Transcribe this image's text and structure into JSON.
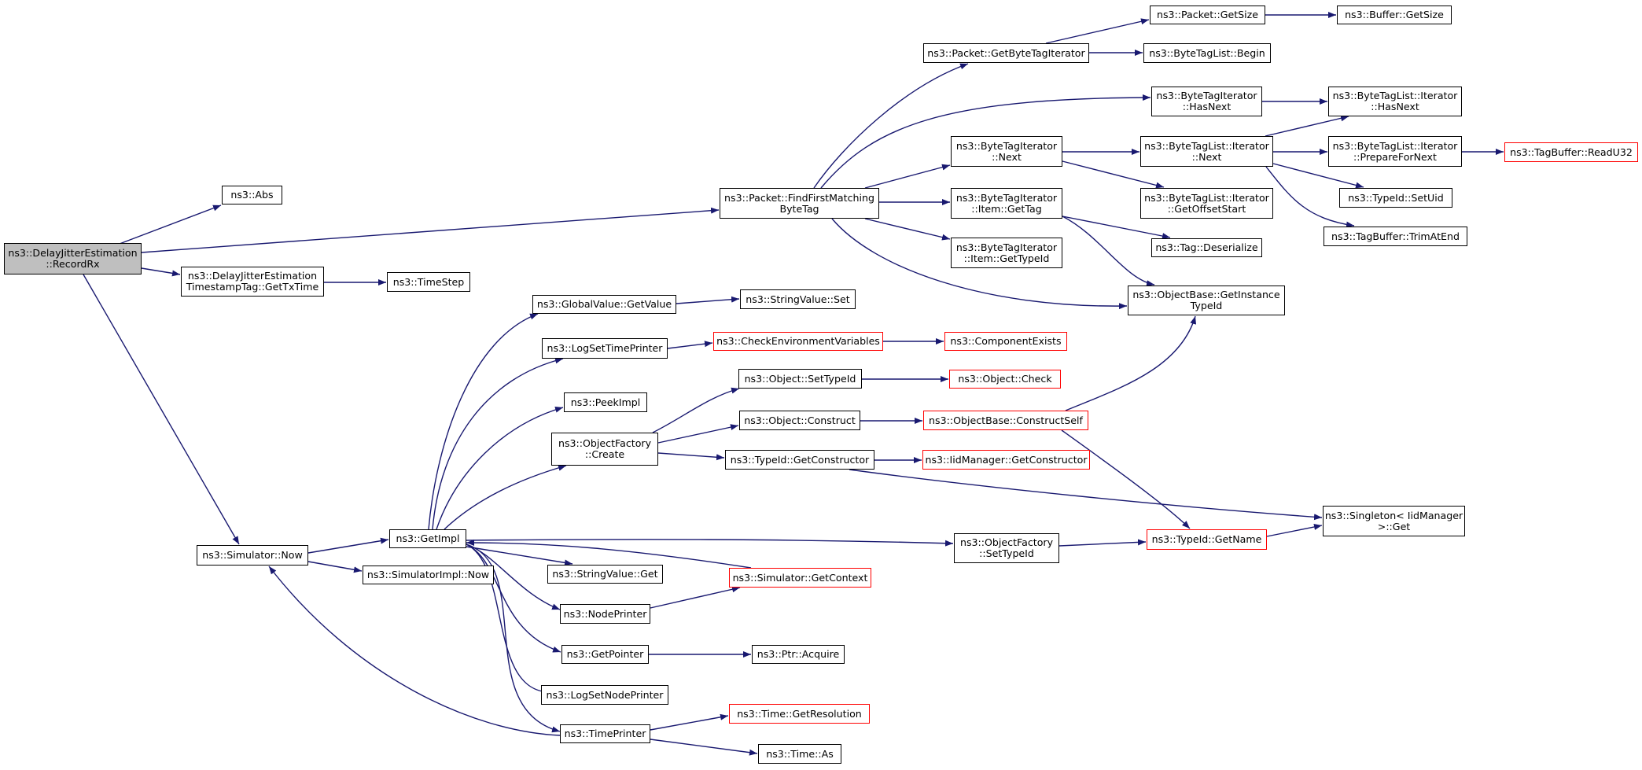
{
  "graph": {
    "colors": {
      "edge": "#191970",
      "border": "#000000",
      "truncated_border": "#ff0000",
      "root_fill": "#bfbfbf"
    },
    "nodes": [
      {
        "id": "root",
        "label": "ns3::DelayJitterEstimation\n::RecordRx",
        "root": true
      },
      {
        "id": "abs",
        "label": "ns3::Abs"
      },
      {
        "id": "gettx",
        "label": "ns3::DelayJitterEstimation\nTimestampTag::GetTxTime"
      },
      {
        "id": "timestep",
        "label": "ns3::TimeStep"
      },
      {
        "id": "simnow",
        "label": "ns3::Simulator::Now"
      },
      {
        "id": "ffmbt",
        "label": "ns3::Packet::FindFirstMatching\nByteTag"
      },
      {
        "id": "getbti",
        "label": "ns3::Packet::GetByteTagIterator"
      },
      {
        "id": "pgetsize",
        "label": "ns3::Packet::GetSize"
      },
      {
        "id": "bgetsize",
        "label": "ns3::Buffer::GetSize"
      },
      {
        "id": "btlbegin",
        "label": "ns3::ByteTagList::Begin"
      },
      {
        "id": "btihasnext",
        "label": "ns3::ByteTagIterator\n::HasNext"
      },
      {
        "id": "btlihasnext",
        "label": "ns3::ByteTagList::Iterator\n::HasNext"
      },
      {
        "id": "btinext",
        "label": "ns3::ByteTagIterator\n::Next"
      },
      {
        "id": "btlinext",
        "label": "ns3::ByteTagList::Iterator\n::Next"
      },
      {
        "id": "btliprep",
        "label": "ns3::ByteTagList::Iterator\n::PrepareForNext"
      },
      {
        "id": "readu32",
        "label": "ns3::TagBuffer::ReadU32",
        "red": true
      },
      {
        "id": "btiigettag",
        "label": "ns3::ByteTagIterator\n::Item::GetTag"
      },
      {
        "id": "btligetoff",
        "label": "ns3::ByteTagList::Iterator\n::GetOffsetStart"
      },
      {
        "id": "setuid",
        "label": "ns3::TypeId::SetUid"
      },
      {
        "id": "trimatend",
        "label": "ns3::TagBuffer::TrimAtEnd"
      },
      {
        "id": "btiigettid",
        "label": "ns3::ByteTagIterator\n::Item::GetTypeId"
      },
      {
        "id": "tagdeser",
        "label": "ns3::Tag::Deserialize"
      },
      {
        "id": "obgetitid",
        "label": "ns3::ObjectBase::GetInstance\nTypeId"
      },
      {
        "id": "gvgetvalue",
        "label": "ns3::GlobalValue::GetValue"
      },
      {
        "id": "svset",
        "label": "ns3::StringValue::Set"
      },
      {
        "id": "logstp",
        "label": "ns3::LogSetTimePrinter"
      },
      {
        "id": "checkenv",
        "label": "ns3::CheckEnvironmentVariables",
        "red": true
      },
      {
        "id": "compexists",
        "label": "ns3::ComponentExists",
        "red": true
      },
      {
        "id": "peekimpl",
        "label": "ns3::PeekImpl"
      },
      {
        "id": "objsettid",
        "label": "ns3::Object::SetTypeId"
      },
      {
        "id": "objcheck",
        "label": "ns3::Object::Check",
        "red": true
      },
      {
        "id": "ofcreate",
        "label": "ns3::ObjectFactory\n::Create"
      },
      {
        "id": "objconstruct",
        "label": "ns3::Object::Construct"
      },
      {
        "id": "obconstructself",
        "label": "ns3::ObjectBase::ConstructSelf",
        "red": true
      },
      {
        "id": "tidgetctor",
        "label": "ns3::TypeId::GetConstructor"
      },
      {
        "id": "iidgetctor",
        "label": "ns3::IidManager::GetConstructor",
        "red": true
      },
      {
        "id": "getimpl",
        "label": "ns3::GetImpl"
      },
      {
        "id": "ofsettid",
        "label": "ns3::ObjectFactory\n::SetTypeId"
      },
      {
        "id": "tidgetname",
        "label": "ns3::TypeId::GetName",
        "red": true
      },
      {
        "id": "singleton",
        "label": "ns3::Singleton< IidManager\n>::Get"
      },
      {
        "id": "simimplnow",
        "label": "ns3::SimulatorImpl::Now"
      },
      {
        "id": "svget",
        "label": "ns3::StringValue::Get"
      },
      {
        "id": "simgetctx",
        "label": "ns3::Simulator::GetContext",
        "red": true
      },
      {
        "id": "nodeprinter",
        "label": "ns3::NodePrinter"
      },
      {
        "id": "getpointer",
        "label": "ns3::GetPointer"
      },
      {
        "id": "ptracquire",
        "label": "ns3::Ptr::Acquire"
      },
      {
        "id": "logsnp",
        "label": "ns3::LogSetNodePrinter"
      },
      {
        "id": "timeprinter",
        "label": "ns3::TimePrinter"
      },
      {
        "id": "timegetres",
        "label": "ns3::Time::GetResolution",
        "red": true
      },
      {
        "id": "timeas",
        "label": "ns3::Time::As"
      }
    ],
    "edges": [
      [
        "root",
        "abs"
      ],
      [
        "root",
        "ffmbt"
      ],
      [
        "root",
        "gettx"
      ],
      [
        "root",
        "simnow"
      ],
      [
        "gettx",
        "timestep"
      ],
      [
        "ffmbt",
        "getbti"
      ],
      [
        "ffmbt",
        "btihasnext"
      ],
      [
        "ffmbt",
        "btinext"
      ],
      [
        "ffmbt",
        "btiigettag"
      ],
      [
        "ffmbt",
        "btiigettid"
      ],
      [
        "ffmbt",
        "obgetitid"
      ],
      [
        "getbti",
        "pgetsize"
      ],
      [
        "getbti",
        "btlbegin"
      ],
      [
        "pgetsize",
        "bgetsize"
      ],
      [
        "btihasnext",
        "btlihasnext"
      ],
      [
        "btinext",
        "btlinext"
      ],
      [
        "btinext",
        "btligetoff"
      ],
      [
        "btlinext",
        "btlihasnext"
      ],
      [
        "btlinext",
        "btliprep"
      ],
      [
        "btlinext",
        "setuid"
      ],
      [
        "btlinext",
        "trimatend"
      ],
      [
        "btliprep",
        "readu32"
      ],
      [
        "btiigettag",
        "tagdeser"
      ],
      [
        "btiigettag",
        "obgetitid"
      ],
      [
        "simnow",
        "getimpl"
      ],
      [
        "simnow",
        "simimplnow"
      ],
      [
        "getimpl",
        "gvgetvalue"
      ],
      [
        "getimpl",
        "logstp"
      ],
      [
        "getimpl",
        "peekimpl"
      ],
      [
        "getimpl",
        "ofcreate"
      ],
      [
        "getimpl",
        "ofsettid"
      ],
      [
        "getimpl",
        "svget"
      ],
      [
        "getimpl",
        "nodeprinter"
      ],
      [
        "getimpl",
        "getpointer"
      ],
      [
        "getimpl",
        "logsnp"
      ],
      [
        "getimpl",
        "timeprinter"
      ],
      [
        "gvgetvalue",
        "svset"
      ],
      [
        "logstp",
        "checkenv"
      ],
      [
        "checkenv",
        "compexists"
      ],
      [
        "ofcreate",
        "objsettid"
      ],
      [
        "ofcreate",
        "objconstruct"
      ],
      [
        "ofcreate",
        "tidgetctor"
      ],
      [
        "objsettid",
        "objcheck"
      ],
      [
        "objconstruct",
        "obconstructself"
      ],
      [
        "obconstructself",
        "obgetitid"
      ],
      [
        "obconstructself",
        "tidgetname"
      ],
      [
        "tidgetctor",
        "iidgetctor"
      ],
      [
        "tidgetctor",
        "singleton"
      ],
      [
        "ofsettid",
        "tidgetname"
      ],
      [
        "tidgetname",
        "singleton"
      ],
      [
        "simgetctx",
        "getimpl"
      ],
      [
        "nodeprinter",
        "simgetctx"
      ],
      [
        "getpointer",
        "ptracquire"
      ],
      [
        "timeprinter",
        "simnow"
      ],
      [
        "timeprinter",
        "timegetres"
      ],
      [
        "timeprinter",
        "timeas"
      ]
    ]
  }
}
